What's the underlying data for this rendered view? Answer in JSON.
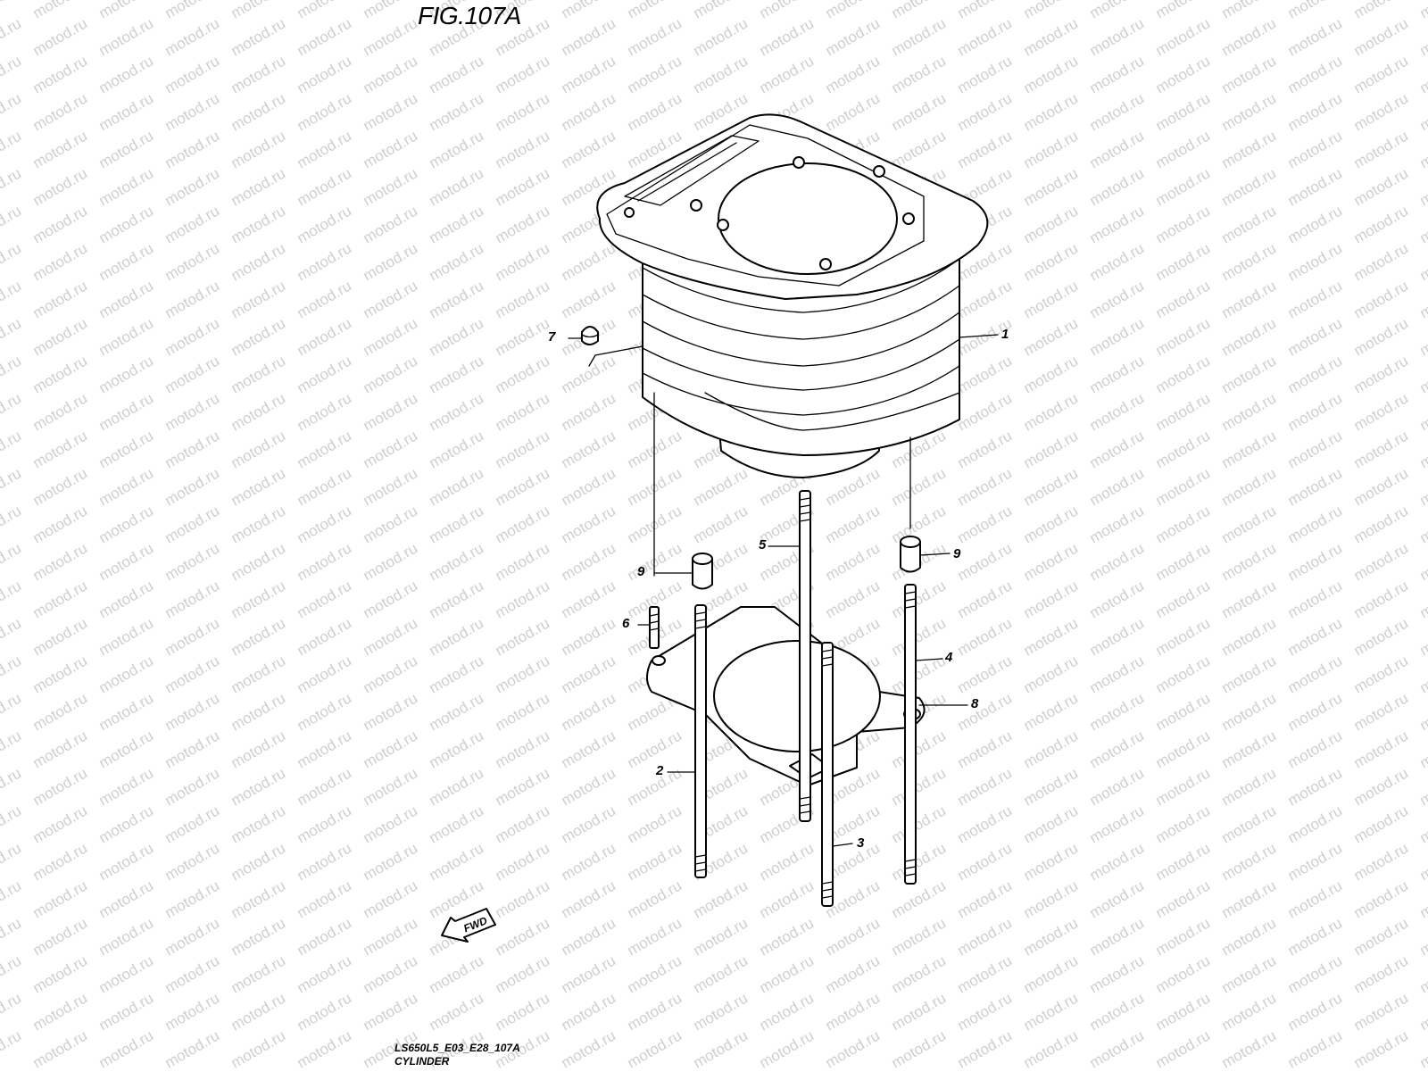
{
  "figure": {
    "title": "FIG.107A",
    "model_code": "LS650L5_E03_E28_107A",
    "caption": "CYLINDER"
  },
  "watermark": "motod.ru",
  "callouts": [
    {
      "id": "1",
      "label": "1"
    },
    {
      "id": "2",
      "label": "2"
    },
    {
      "id": "3",
      "label": "3"
    },
    {
      "id": "4",
      "label": "4"
    },
    {
      "id": "5",
      "label": "5"
    },
    {
      "id": "6",
      "label": "6"
    },
    {
      "id": "7",
      "label": "7"
    },
    {
      "id": "8",
      "label": "8"
    },
    {
      "id": "9a",
      "label": "9"
    },
    {
      "id": "9b",
      "label": "9"
    }
  ],
  "direction_marker": {
    "label": "FWD",
    "icon": "fwd-arrow-icon"
  },
  "colors": {
    "line": "#000000",
    "watermark": "#cfcfcf",
    "background": "#ffffff"
  }
}
